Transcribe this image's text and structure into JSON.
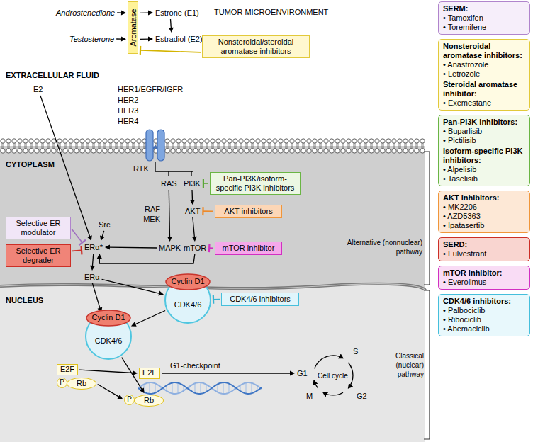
{
  "diagram": {
    "nodes": [
      {
        "text": [
          "Androstenedione"
        ]
      },
      {
        "text": [
          "Aromatase"
        ]
      },
      {
        "text": [
          "Estrone (E1)"
        ]
      },
      {
        "text": [
          "Testosterone"
        ]
      },
      {
        "text": [
          "Estradiol (E2)"
        ]
      },
      {
        "text": [
          "Nonsteroidal/steroidal aromatase inhibitors"
        ]
      },
      {
        "text": [
          "E2"
        ]
      },
      {
        "text": [
          "RAS"
        ]
      },
      {
        "text": [
          "PI3K"
        ]
      },
      {
        "text": [
          "Pan-PI3K/isoform-specific PI3K inhibitors"
        ]
      },
      {
        "text": [
          "AKT"
        ]
      },
      {
        "text": [
          "AKT inhibitors"
        ]
      },
      {
        "text": [
          "Selective ER modulator"
        ]
      },
      {
        "text": [
          "Src"
        ]
      },
      {
        "text": [
          "ERα*"
        ]
      },
      {
        "text": [
          "MAPK"
        ]
      },
      {
        "text": [
          "mTOR"
        ]
      },
      {
        "text": [
          "mTOR inhibitor"
        ]
      },
      {
        "text": [
          "Selective ER degrader"
        ]
      },
      {
        "text": [
          "ERα"
        ]
      },
      {
        "text": [
          "Cyclin D1",
          "CDK4/6"
        ]
      },
      {
        "text": [
          "CDK4/6 inhibitors"
        ]
      },
      {
        "text": [
          "Cyclin D1",
          "CDK4/6"
        ]
      },
      {
        "text": [
          "E2F"
        ]
      },
      {
        "text": [
          "P"
        ]
      },
      {
        "text": [
          "Rb"
        ]
      },
      {
        "text": [
          "E2F"
        ]
      },
      {
        "text": [
          "G1"
        ]
      },
      {
        "text": [
          "P"
        ]
      },
      {
        "text": [
          "Rb"
        ]
      },
      {
        "text": [
          "SERM:",
          "• Tamoxifen",
          "• Toremifene"
        ]
      },
      {
        "text": [
          "Nonsteroidal aromatase inhibitors:",
          "• Anastrozole",
          "• Letrozole",
          "Steroidal aromatase inhibitor:",
          "• Exemestane"
        ]
      },
      {
        "text": [
          "Pan-PI3K inhibitors:",
          "• Buparlisib",
          "• Pictilisib",
          "Isoform-specific PI3K inhibitors:",
          "• Alpelisib",
          "• Taselisib"
        ]
      },
      {
        "text": [
          "AKT inhibitors:",
          "• MK2206",
          "• AZD5363",
          "• Ipatasertib"
        ]
      },
      {
        "text": [
          "SERD:",
          "• Fulvestrant"
        ]
      },
      {
        "text": [
          "mTOR inhibitor:",
          "• Everolimus"
        ]
      },
      {
        "text": [
          "CDK4/6 inhibitors:",
          "• Palbociclib",
          "• Ribociclib",
          "• Abemaciclib"
        ]
      }
    ],
    "edges": [
      {
        "from": 0,
        "to": 1,
        "arrow": "to"
      },
      {
        "from": 3,
        "to": 1,
        "arrow": "to"
      },
      {
        "from": 1,
        "to": 2,
        "arrow": "to"
      },
      {
        "from": 1,
        "to": 4,
        "arrow": "to"
      },
      {
        "from": 2,
        "to": 4,
        "arrow": "to"
      },
      {
        "from": 5,
        "to": 1,
        "arrow": "to"
      },
      {
        "from": 6,
        "to": 14,
        "arrow": "to"
      },
      {
        "from": 7,
        "to": 15,
        "label": "RAF MEK",
        "arrow": "to"
      },
      {
        "from": 8,
        "to": 10,
        "arrow": "to"
      },
      {
        "from": 10,
        "to": 16,
        "arrow": "to"
      },
      {
        "from": 15,
        "to": 14,
        "arrow": "to"
      },
      {
        "from": 16,
        "to": 14,
        "arrow": "to"
      },
      {
        "from": 13,
        "to": 14,
        "arrow": "to"
      },
      {
        "from": 9,
        "to": 8,
        "arrow": "to"
      },
      {
        "from": 11,
        "to": 10,
        "arrow": "to"
      },
      {
        "from": 17,
        "to": 16,
        "arrow": "to"
      },
      {
        "from": 12,
        "to": 14,
        "arrow": "to"
      },
      {
        "from": 18,
        "to": 14,
        "arrow": "to"
      },
      {
        "from": 14,
        "to": 19,
        "arrow": "to"
      },
      {
        "from": 19,
        "to": 20,
        "arrow": "to"
      },
      {
        "from": 19,
        "to": 22,
        "arrow": "to"
      },
      {
        "from": 20,
        "to": 22,
        "arrow": "to"
      },
      {
        "from": 21,
        "to": 20,
        "arrow": "to"
      },
      {
        "from": 23,
        "to": 26,
        "arrow": "to"
      },
      {
        "from": 25,
        "to": 28,
        "arrow": "to"
      },
      {
        "from": 22,
        "to": 29,
        "arrow": "to"
      },
      {
        "from": 26,
        "to": 27,
        "label": "G1-checkpoint",
        "arrow": "to"
      }
    ],
    "labels": [
      "TUMOR MICROENVIRONMENT",
      "EXTRACELLULAR FLUID",
      "HER1/EGFR/IGFR",
      "HER2",
      "HER3",
      "HER4",
      "RTK",
      "CYTOPLASM",
      "NUCLEUS",
      "Alternative (nonnuclear) pathway",
      "Classical (nuclear) pathway",
      "S",
      "G2",
      "M",
      "Cell cycle"
    ]
  }
}
